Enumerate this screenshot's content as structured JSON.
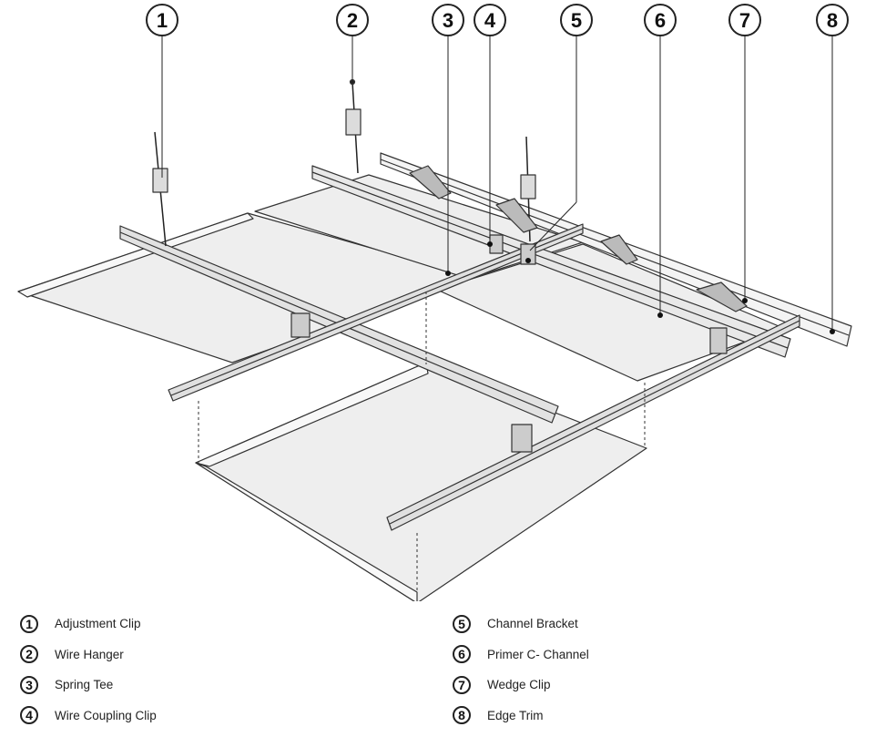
{
  "callouts": [
    {
      "num": "1",
      "label": "Adjustment Clip"
    },
    {
      "num": "2",
      "label": "Wire Hanger"
    },
    {
      "num": "3",
      "label": "Spring Tee"
    },
    {
      "num": "4",
      "label": "Wire Coupling Clip"
    },
    {
      "num": "5",
      "label": "Channel Bracket"
    },
    {
      "num": "6",
      "label": "Primer C- Channel"
    },
    {
      "num": "7",
      "label": "Wedge Clip"
    },
    {
      "num": "8",
      "label": "Edge Trim"
    }
  ],
  "colors": {
    "line": "#333333",
    "panel": "#eeeeee",
    "rail": "#e2e2e2",
    "rim": "#f8f8f8"
  }
}
